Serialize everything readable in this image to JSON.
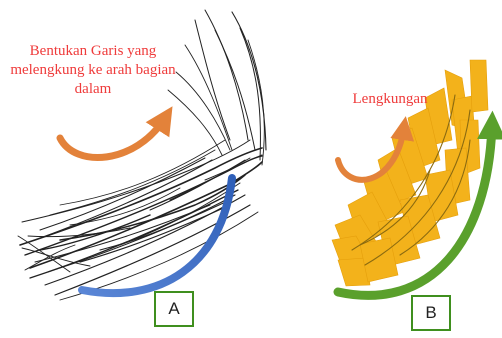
{
  "panel_a": {
    "annotation_lines": [
      "Bentukan Garis yang",
      "melengkung ke arah bagian",
      "dalam"
    ],
    "box_label": "A",
    "arrow_colors": {
      "inner": "#e3823a",
      "outer": "#3c6fc7"
    }
  },
  "panel_b": {
    "annotation": "Lengkungan",
    "box_label": "B",
    "arrow_colors": {
      "inner": "#e3823a",
      "outer": "#5aa02c"
    },
    "fill_color": "#f3b21b"
  },
  "colors": {
    "annotation_text": "#ef3b3b",
    "box_border": "#3f8f1e",
    "sketch": "#222222"
  }
}
